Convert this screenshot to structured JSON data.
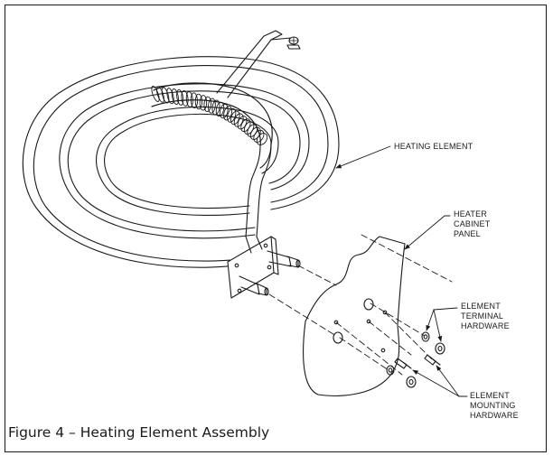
{
  "figure": {
    "caption": "Figure 4 – Heating Element Assembly"
  },
  "callouts": {
    "heating_element": {
      "lines": [
        "HEATING ELEMENT"
      ]
    },
    "heater_cabinet_panel": {
      "lines": [
        "HEATER",
        "CABINET",
        "PANEL"
      ]
    },
    "element_terminal_hardware": {
      "lines": [
        "ELEMENT",
        "TERMINAL",
        "HARDWARE"
      ]
    },
    "element_mounting_hardware": {
      "lines": [
        "ELEMENT",
        "MOUNTING",
        "HARDWARE"
      ]
    }
  },
  "colors": {
    "line": "#1a1a1a",
    "background": "#ffffff"
  }
}
